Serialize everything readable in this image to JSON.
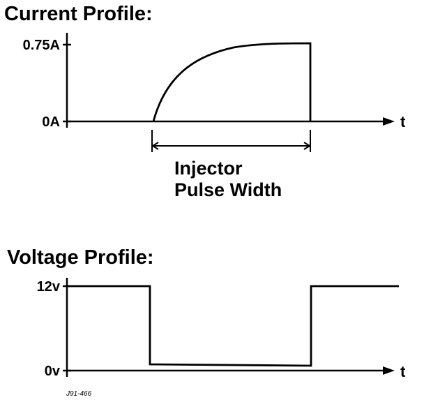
{
  "current_profile": {
    "title": "Current Profile:",
    "y_ticks": [
      "0.75A",
      "0A"
    ],
    "x_axis_label": "t",
    "pulse_label_line1": "Injector",
    "pulse_label_line2": "Pulse Width"
  },
  "voltage_profile": {
    "title": "Voltage Profile:",
    "y_ticks": [
      "12v",
      "0v"
    ],
    "x_axis_label": "t"
  },
  "reference_code": "J91-466",
  "colors": {
    "ink": "#000000",
    "background": "#ffffff"
  }
}
